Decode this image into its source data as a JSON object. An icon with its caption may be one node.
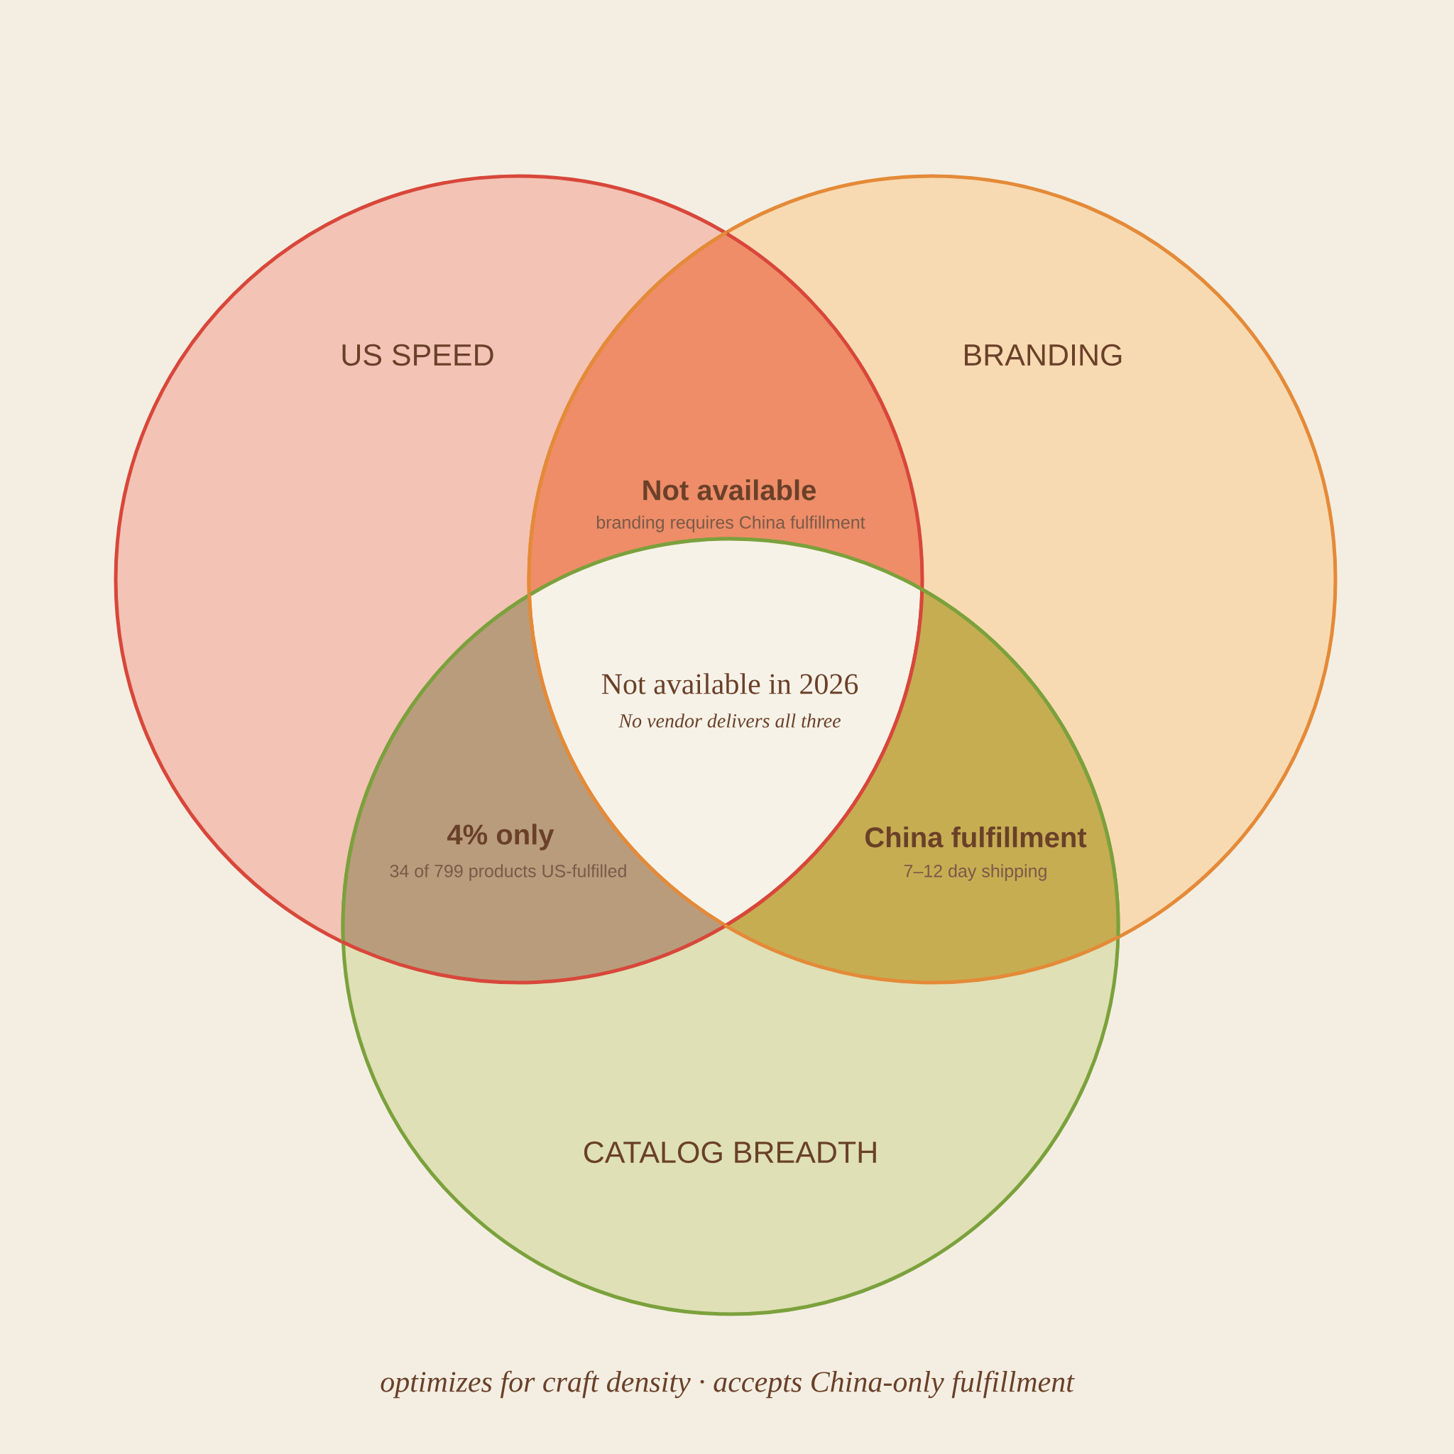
{
  "diagram": {
    "nodes": [
      {
        "text": [
          "US SPEED"
        ]
      },
      {
        "text": [
          "BRANDING"
        ]
      },
      {
        "text": [
          "Not available",
          "branding requires China fulfillment"
        ]
      },
      {
        "text": [
          "Not available in 2026",
          "No vendor delivers all three"
        ]
      },
      {
        "text": [
          "4% only",
          "34 of 799 products US-fulfilled"
        ]
      },
      {
        "text": [
          "China fulfillment",
          "7–12 day shipping"
        ]
      },
      {
        "text": [
          "CATALOG BREADTH"
        ]
      }
    ],
    "caption": "optimizes for craft density · accepts China-only fulfillment"
  }
}
